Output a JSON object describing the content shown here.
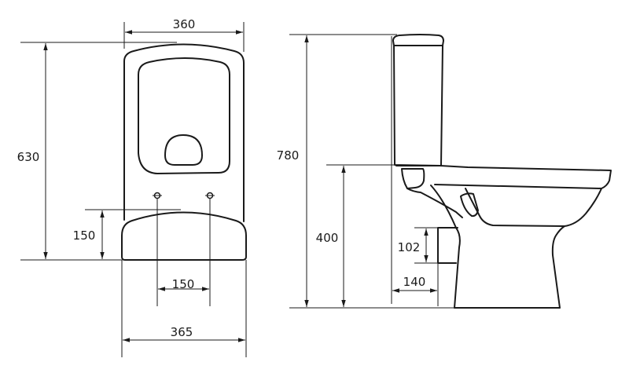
{
  "front_view": {
    "top_width": "360",
    "height": "630",
    "bolt_height": "150",
    "bolt_spacing": "150",
    "base_width": "365"
  },
  "side_view": {
    "total_height": "780",
    "seat_height": "400",
    "outlet_height": "102",
    "outlet_offset": "140"
  }
}
